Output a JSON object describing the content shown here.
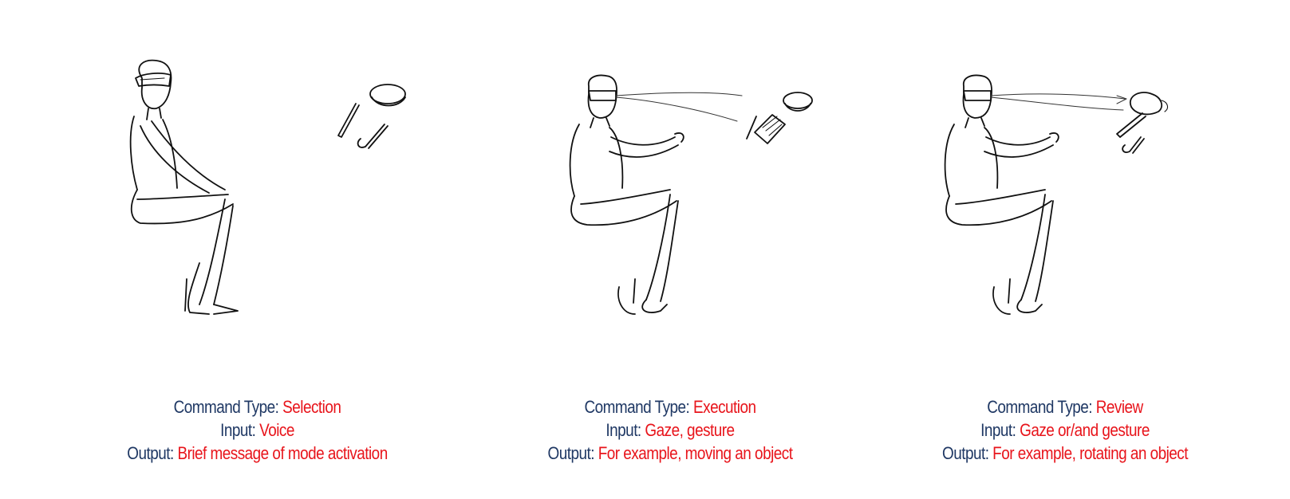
{
  "panels": [
    {
      "command_type_label": "Command Type: ",
      "command_type": "Selection",
      "input_label": "Input: ",
      "input": "Voice",
      "output_label": "Output: ",
      "output": "Brief message of mode activation"
    },
    {
      "command_type_label": "Command Type: ",
      "command_type": "Execution",
      "input_label": "Input: ",
      "input": "Gaze, gesture",
      "output_label": "Output: ",
      "output": "For example, moving an object"
    },
    {
      "command_type_label": "Command Type: ",
      "command_type": "Review",
      "input_label": "Input: ",
      "input": "Gaze or/and gesture",
      "output_label": "Output: ",
      "output": "For example, rotating an object"
    }
  ],
  "colors": {
    "label": "#1f3864",
    "value": "#e8141b"
  }
}
